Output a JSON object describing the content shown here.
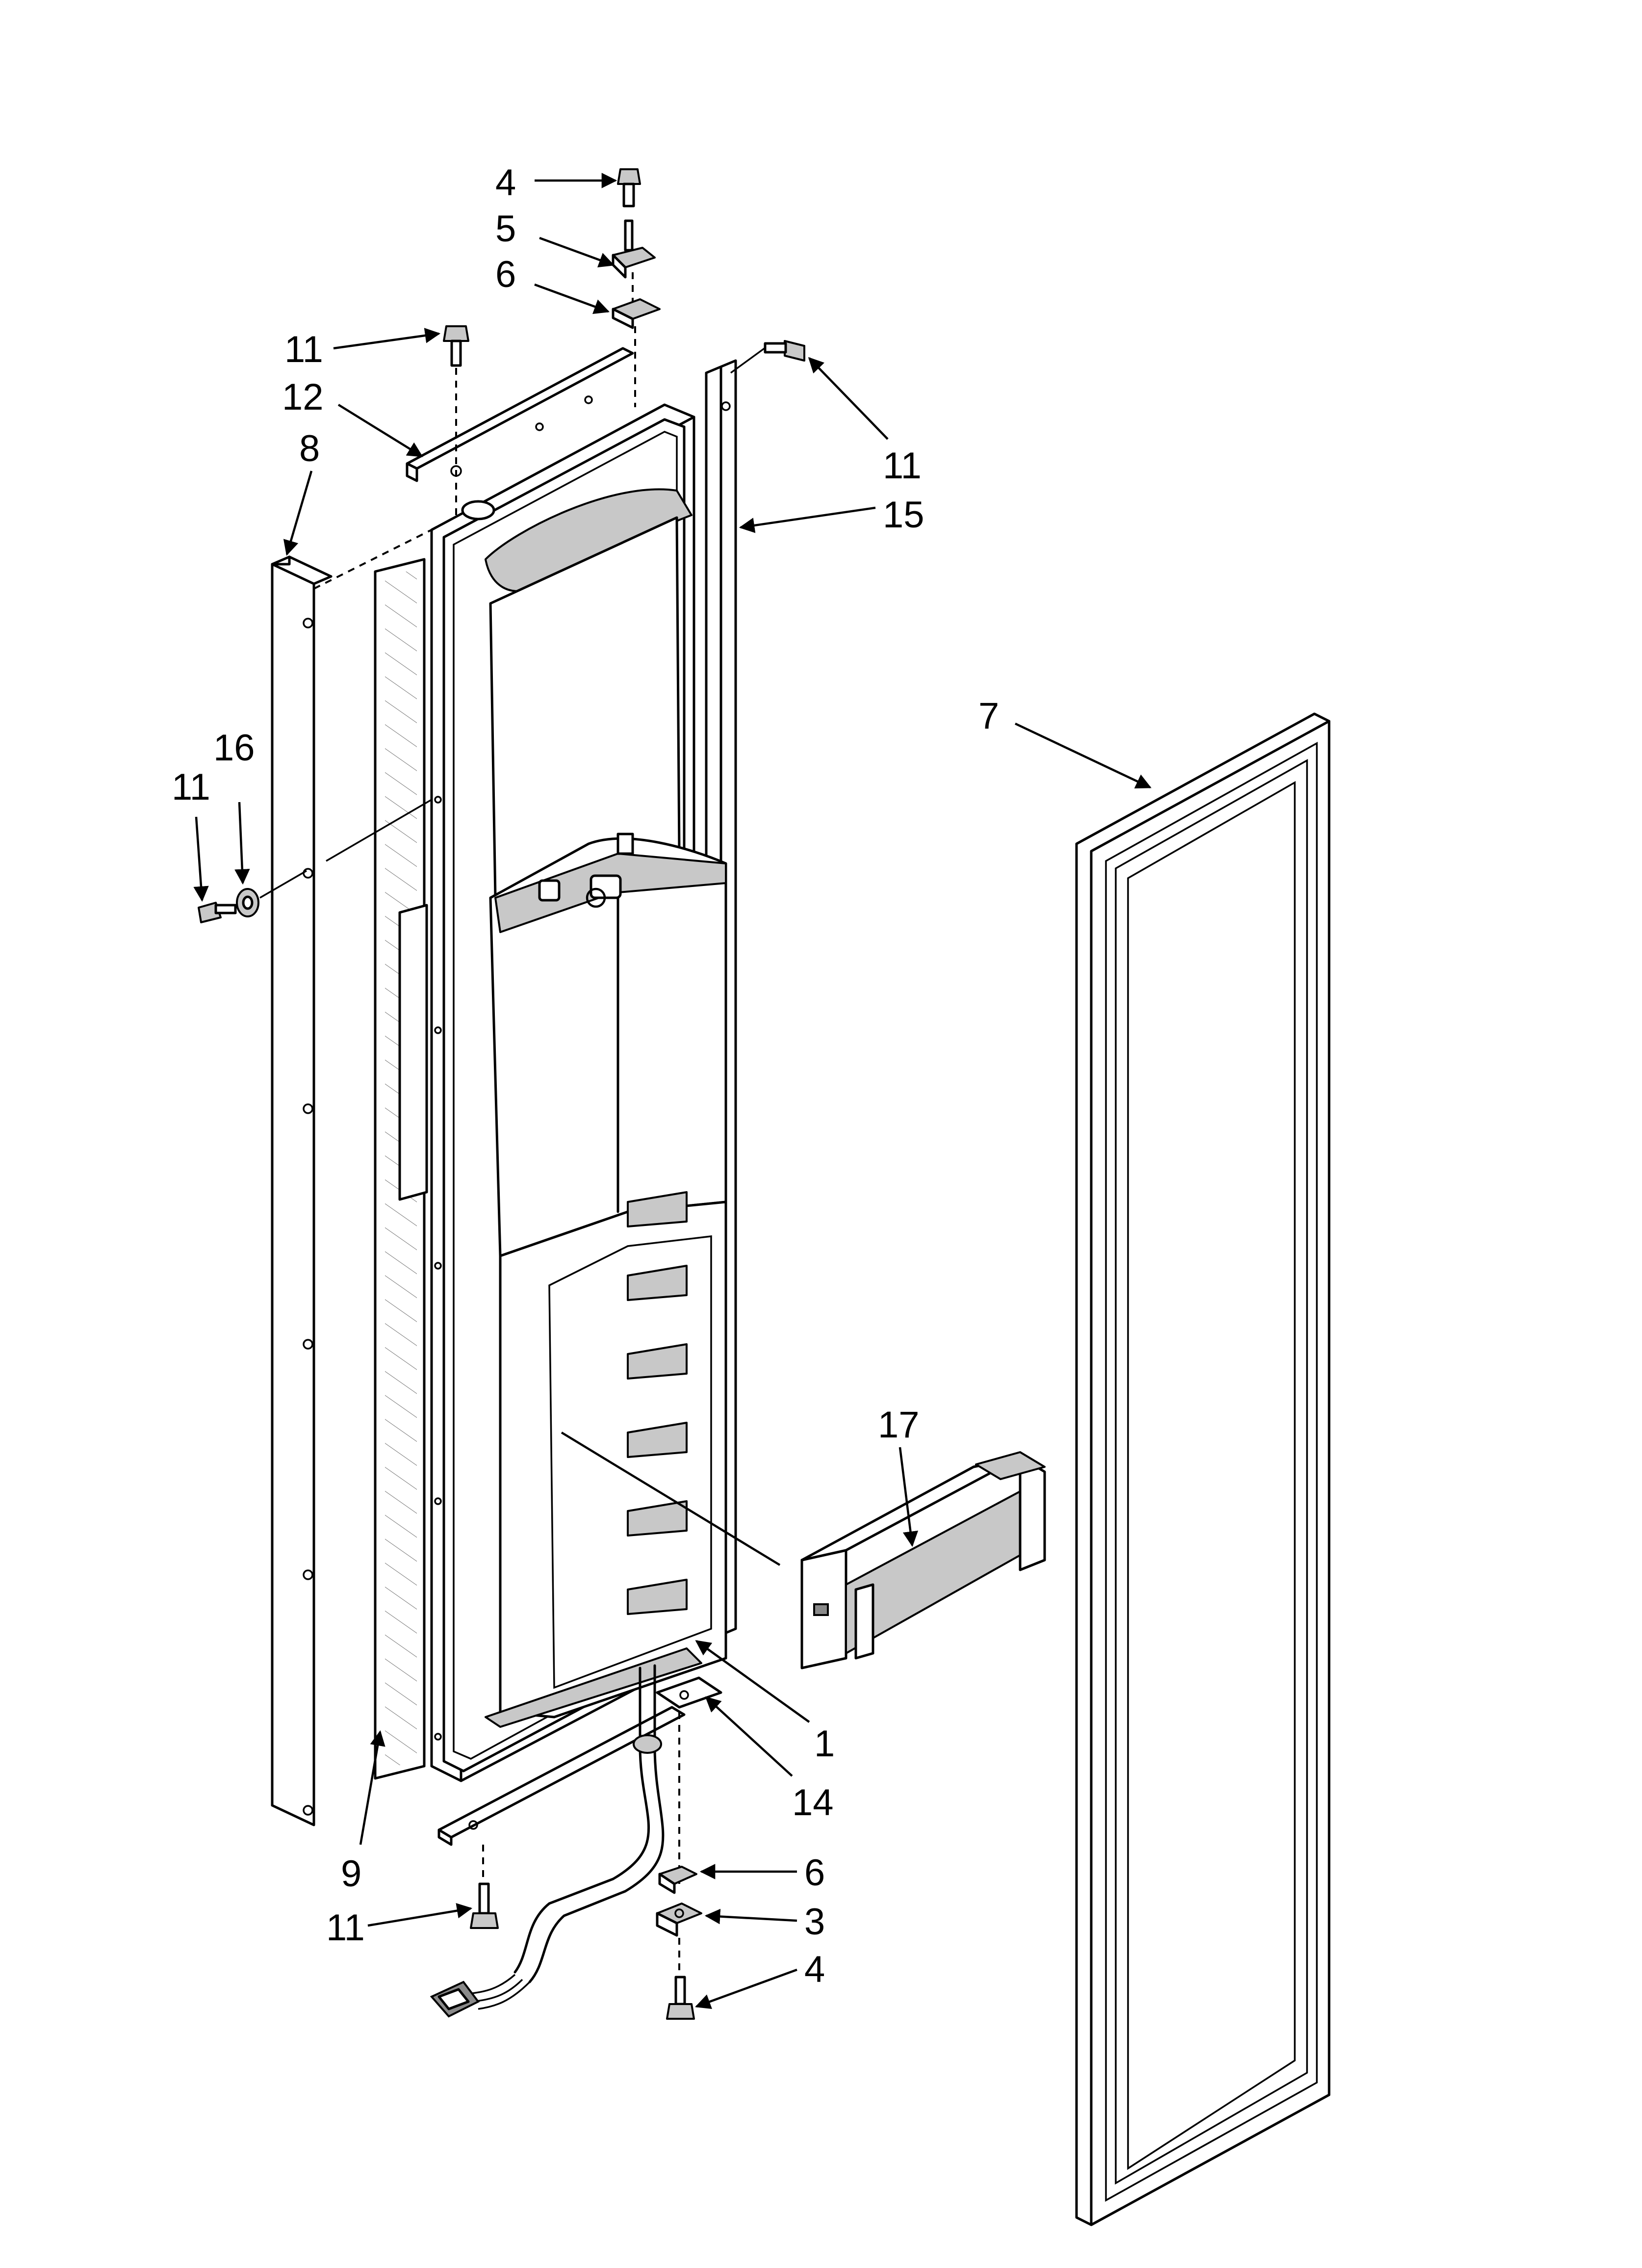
{
  "callouts": [
    {
      "id": "c4a",
      "text": "4"
    },
    {
      "id": "c5",
      "text": "5"
    },
    {
      "id": "c6a",
      "text": "6"
    },
    {
      "id": "c11a",
      "text": "11"
    },
    {
      "id": "c12",
      "text": "12"
    },
    {
      "id": "c8",
      "text": "8"
    },
    {
      "id": "c11b",
      "text": "11"
    },
    {
      "id": "c15",
      "text": "15"
    },
    {
      "id": "c16",
      "text": "16"
    },
    {
      "id": "c11c",
      "text": "11"
    },
    {
      "id": "c7",
      "text": "7"
    },
    {
      "id": "c17",
      "text": "17"
    },
    {
      "id": "c1",
      "text": "1"
    },
    {
      "id": "c14",
      "text": "14"
    },
    {
      "id": "c9",
      "text": "9"
    },
    {
      "id": "c6b",
      "text": "6"
    },
    {
      "id": "c11d",
      "text": "11"
    },
    {
      "id": "c3",
      "text": "3"
    },
    {
      "id": "c4b",
      "text": "4"
    }
  ]
}
